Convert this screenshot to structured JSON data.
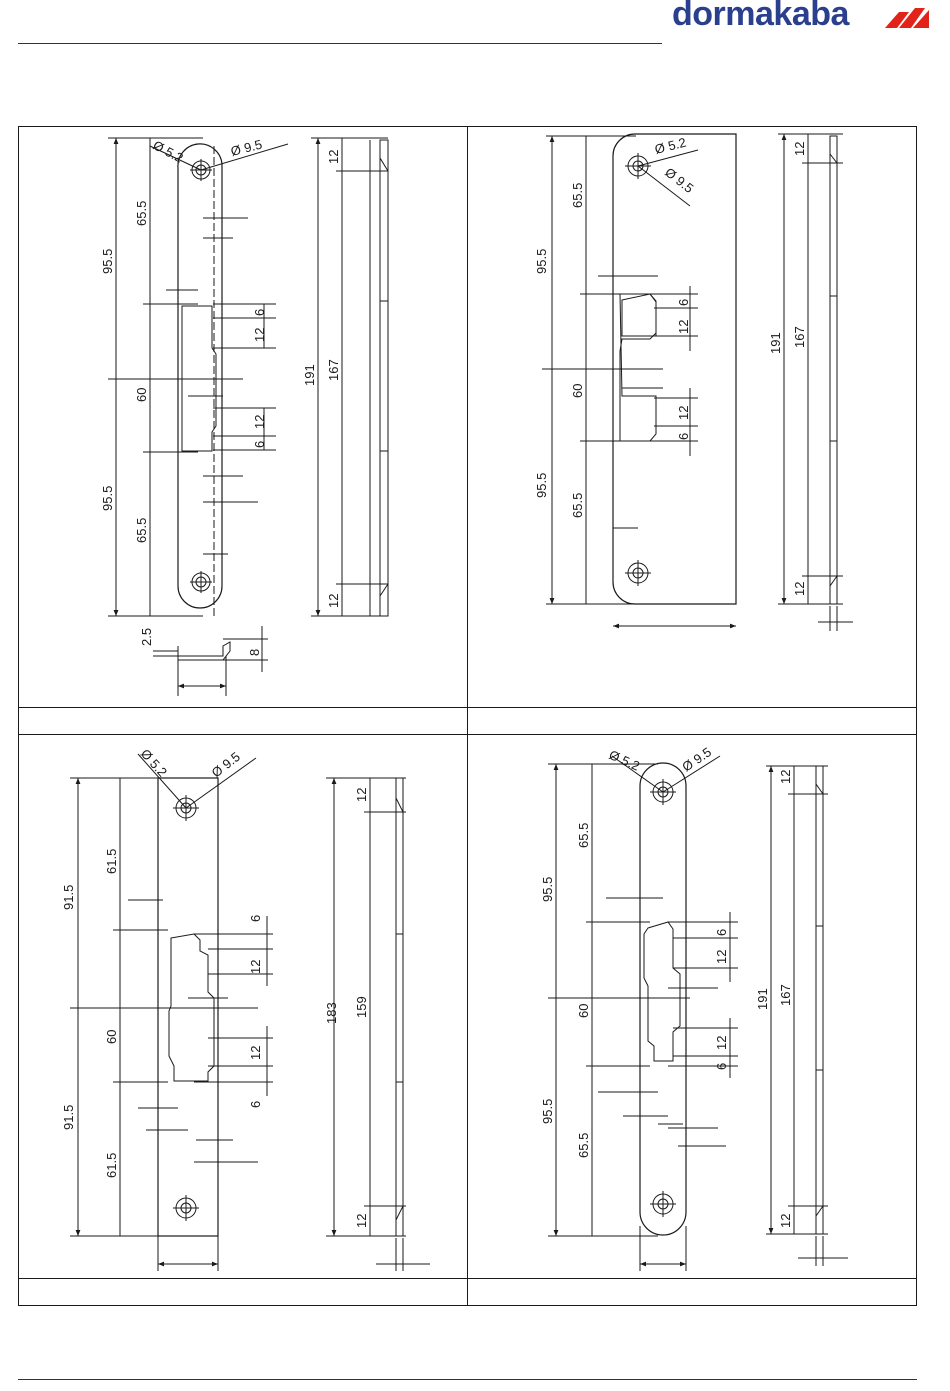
{
  "brand": {
    "name": "dormakaba",
    "color": "#2b3f8f",
    "accent": "#e2231a"
  },
  "panels": [
    {
      "id": "top-left",
      "caption": "",
      "dims": {
        "dia_small": "Ø 5.2",
        "dia_large": "Ø 9.5",
        "d95_5_a": "95.5",
        "d95_5_b": "95.5",
        "d65_5_a": "65.5",
        "d65_5_b": "65.5",
        "d60": "60",
        "d6_a": "6",
        "d12_a": "12",
        "d12_b": "12",
        "d6_b": "6",
        "d191": "191",
        "d167": "167",
        "d12_top": "12",
        "d12_bot": "12",
        "d2_5": "2.5",
        "d8": "8"
      }
    },
    {
      "id": "top-right",
      "caption": "",
      "dims": {
        "dia_small": "Ø 5.2",
        "dia_large": "Ø 9.5",
        "d95_5_a": "95.5",
        "d95_5_b": "95.5",
        "d65_5_a": "65.5",
        "d65_5_b": "65.5",
        "d60": "60",
        "d6_a": "6",
        "d12_a": "12",
        "d12_b": "12",
        "d6_b": "6",
        "d191": "191",
        "d167": "167",
        "d12_top": "12",
        "d12_bot": "12"
      }
    },
    {
      "id": "bottom-left",
      "caption": "",
      "dims": {
        "dia_small": "Ø 5.2",
        "dia_large": "Ø 9.5",
        "d91_5_a": "91.5",
        "d91_5_b": "91.5",
        "d61_5_a": "61.5",
        "d61_5_b": "61.5",
        "d60": "60",
        "d6_a": "6",
        "d12_a": "12",
        "d12_b": "12",
        "d6_b": "6",
        "d183": "183",
        "d159": "159",
        "d12_top": "12",
        "d12_bot": "12"
      }
    },
    {
      "id": "bottom-right",
      "caption": "",
      "dims": {
        "dia_small": "Ø 5.2",
        "dia_large": "Ø 9.5",
        "d95_5_a": "95.5",
        "d95_5_b": "95.5",
        "d65_5_a": "65.5",
        "d65_5_b": "65.5",
        "d60": "60",
        "d6_a": "6",
        "d12_a": "12",
        "d12_b": "12",
        "d6_b": "6",
        "d191": "191",
        "d167": "167",
        "d12_top": "12",
        "d12_bot": "12"
      }
    }
  ]
}
